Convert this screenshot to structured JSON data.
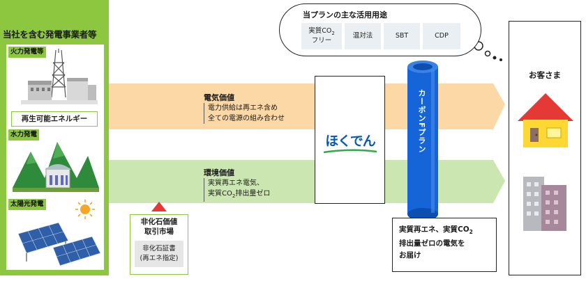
{
  "colors": {
    "green": "#8dc63f",
    "orange_band": "#fbd8a5",
    "green_band": "#cbe6b0",
    "blue": "#0a5ab4",
    "roof": "#e53935",
    "house_wall": "#fdd835"
  },
  "generators": {
    "title": "当社を含む発電事業者等",
    "thermal_label": "火力発電等",
    "renewable_label": "再生可能エネルギー",
    "hydro_label": "水力発電",
    "solar_label": "太陽光発電"
  },
  "electricity_value": {
    "title": "電気価値",
    "line1": "電力供給は再エネ含め",
    "line2": "全ての電源の組み合わせ"
  },
  "environmental_value": {
    "title": "環境価値",
    "line1": "実質再エネ電気、",
    "line2_a": "実質CO",
    "line2_sub": "2",
    "line2_b": "排出量ゼロ"
  },
  "market": {
    "title_line1": "非化石価値",
    "title_line2": "取引市場",
    "cert_line1": "非化石証書",
    "cert_line2": "(再エネ指定)"
  },
  "hokuden": {
    "logo_text": "ほくでん"
  },
  "plan": {
    "label": "カーボンFプラン"
  },
  "uses": {
    "title": "当プランの主な活用用途",
    "chip1_a": "実質CO",
    "chip1_sub": "2",
    "chip1_b": "フリー",
    "chip2": "温対法",
    "chip3": "SBT",
    "chip4": "CDP"
  },
  "customer": {
    "title": "お客さま"
  },
  "delivery": {
    "line1_a": "実質再エネ、実質CO",
    "line1_sub": "2",
    "line2": "排出量ゼロの電気を",
    "line3": "お届け"
  }
}
